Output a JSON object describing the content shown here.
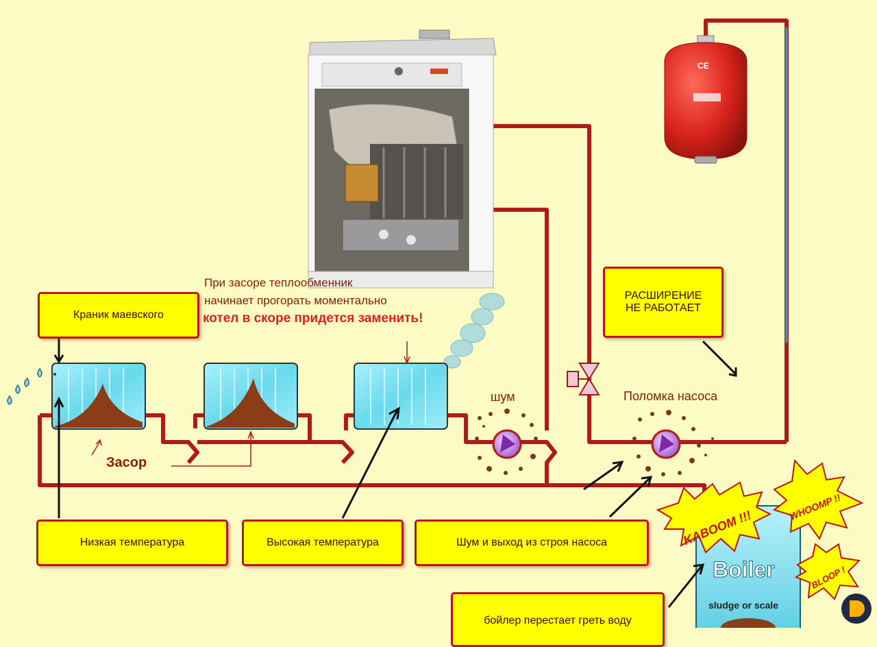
{
  "colors": {
    "background": "#fdfbc4",
    "pipe": "#b01a1a",
    "box_fill": "#ffff00",
    "box_border": "#c0121c",
    "warning_text": "#e01e1e",
    "label_text": "#8a1a00",
    "radiator": "#7fe3f0",
    "tank": "#d9231c"
  },
  "labels": {
    "mayevsky": "Краник маевского",
    "warning_line1": "При засоре теплообменник",
    "warning_line2": "начинает прогорать моментально",
    "warning_line3": "котел в скоре придется заменить!",
    "expansion_line1": "РАСШИРЕНИЕ",
    "expansion_line2": "НЕ РАБОТАЕТ",
    "noise": "шум",
    "pump_failure": "Поломка насоса",
    "clog": "Засор",
    "low_temp": "Низкая температура",
    "high_temp": "Высокая температура",
    "pump_noise": "Шум и выход из строя насоса",
    "boiler_stops": "бойлер перестает греть воду"
  },
  "boiler_panel": {
    "title": "Boiler",
    "subtitle": "sludge or scale"
  },
  "bursts": {
    "kaboom": "KABOOM !!!",
    "whoomp": "WHOOMP !!",
    "bloop": "BLOOP !"
  },
  "tank_mark": "CE",
  "icons": [
    "gas-boiler-icon",
    "expansion-tank-icon",
    "radiator-icon",
    "pump-icon",
    "valve-icon",
    "steam-icon",
    "water-drop-icon"
  ]
}
